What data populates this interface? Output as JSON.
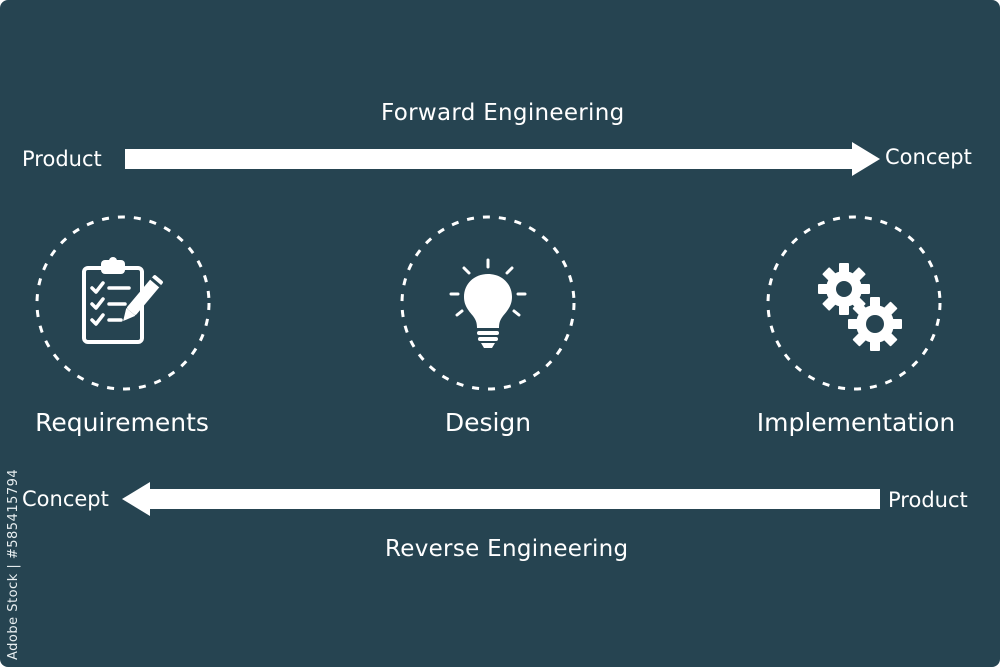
{
  "forward": {
    "title": "Forward Engineering",
    "from": "Product",
    "to": "Concept"
  },
  "reverse": {
    "title": "Reverse Engineering",
    "from": "Product",
    "to": "Concept"
  },
  "stages": [
    {
      "label": "Requirements",
      "icon": "clipboard-checklist-icon"
    },
    {
      "label": "Design",
      "icon": "lightbulb-icon"
    },
    {
      "label": "Implementation",
      "icon": "gears-icon"
    }
  ],
  "watermark": "Adobe Stock | #585415794",
  "colors": {
    "background": "#264451",
    "foreground": "#ffffff"
  }
}
